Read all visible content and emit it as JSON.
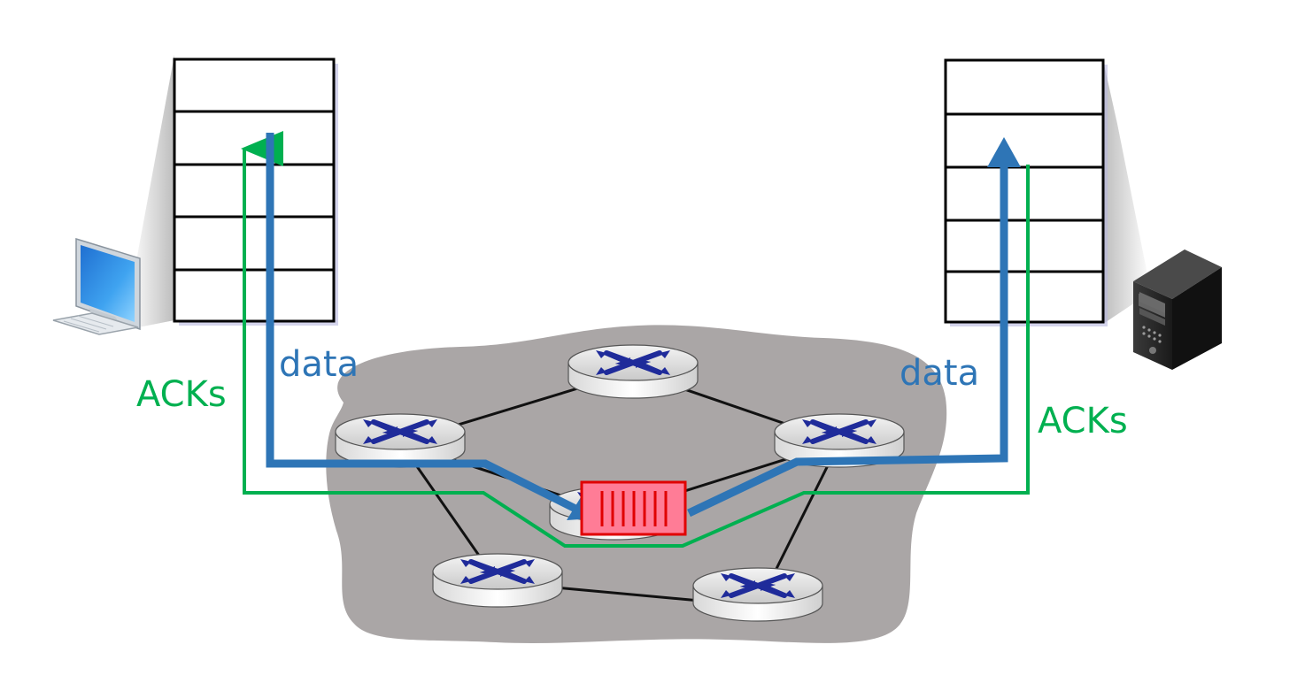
{
  "labels": {
    "data_left": "data",
    "acks_left": "ACKs",
    "data_right": "data",
    "acks_right": "ACKs"
  },
  "colors": {
    "data": "#2e75b6",
    "acks": "#00b050",
    "cloud": "#aaa6a6",
    "buffer": "#ff7c96",
    "buffer_border": "#e00000"
  },
  "icons": {
    "sender": "desktop-computer-icon",
    "receiver": "server-tower-icon",
    "router": "router-icon"
  }
}
